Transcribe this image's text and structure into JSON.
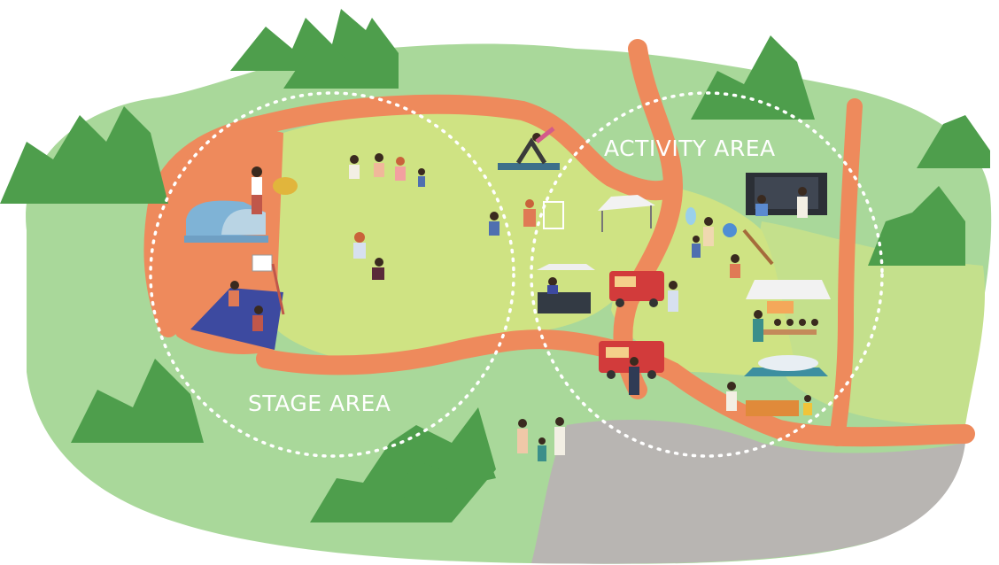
{
  "map": {
    "zones": [
      {
        "id": "stage",
        "label": "STAGE AREA"
      },
      {
        "id": "activity",
        "label": "ACTIVITY AREA"
      }
    ],
    "colors": {
      "park_outer": "#a9d89a",
      "park_inner": "#cfe383",
      "path": "#ee8a5c",
      "plaza": "#b8b5b2",
      "trees": "#4e9e4c",
      "tree_highlight": "#6bb85c",
      "court": "#3d4aa0",
      "zone_outline": "#ffffff"
    },
    "features": [
      "stage-dome",
      "brass-musician",
      "basketball-hoop",
      "basketball-court",
      "yoga-mat",
      "soccer-goal",
      "tent",
      "food-truck",
      "vendor-booth",
      "screen-frame",
      "craft-tent",
      "market-stall",
      "family-walking"
    ]
  }
}
